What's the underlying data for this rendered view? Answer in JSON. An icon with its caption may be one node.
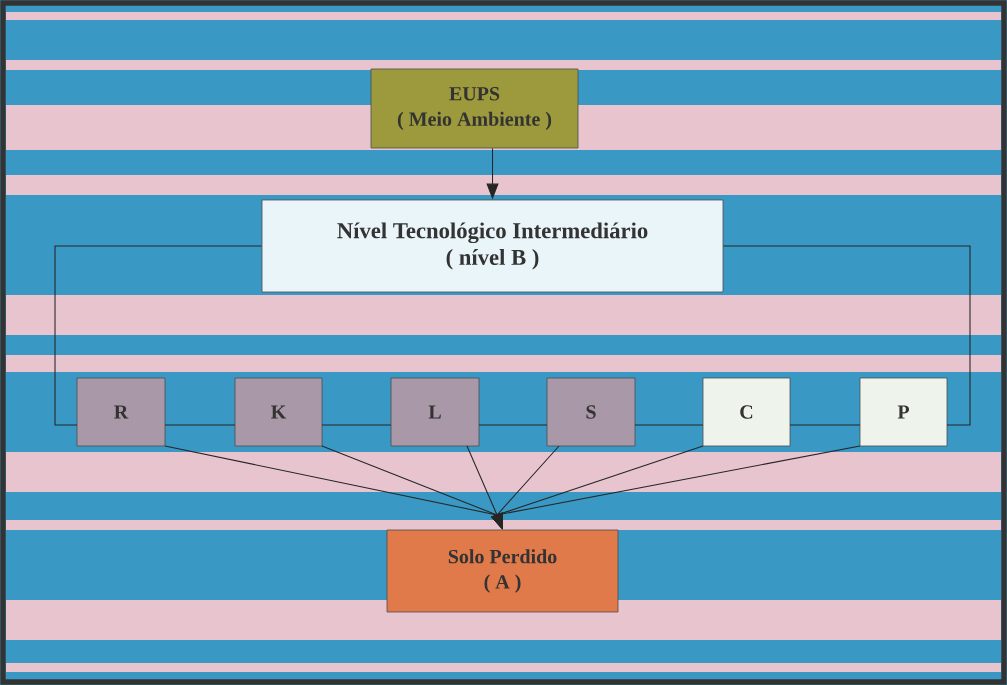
{
  "diagram": {
    "nodes": [
      {
        "text": [
          "EUPS",
          "( Meio Ambiente )"
        ]
      },
      {
        "text": [
          "Nível Tecnológico Intermediário",
          "( nível B )"
        ]
      },
      {
        "text": [
          "R"
        ]
      },
      {
        "text": [
          "K"
        ]
      },
      {
        "text": [
          "L"
        ]
      },
      {
        "text": [
          "S"
        ]
      },
      {
        "text": [
          "C"
        ]
      },
      {
        "text": [
          "P"
        ]
      },
      {
        "text": [
          "Solo Perdido",
          "( A )"
        ]
      }
    ],
    "edges": [
      {
        "from": 0,
        "to": 1,
        "arrow": "to"
      },
      {
        "from": 1,
        "to": 2,
        "arrow": "none"
      },
      {
        "from": 2,
        "to": 3,
        "arrow": "none"
      },
      {
        "from": 3,
        "to": 4,
        "arrow": "none"
      },
      {
        "from": 4,
        "to": 5,
        "arrow": "none"
      },
      {
        "from": 5,
        "to": 6,
        "arrow": "none"
      },
      {
        "from": 6,
        "to": 7,
        "arrow": "none"
      },
      {
        "from": 1,
        "to": 7,
        "arrow": "none"
      },
      {
        "from": 2,
        "to": 8,
        "arrow": "to"
      },
      {
        "from": 3,
        "to": 8,
        "arrow": "to"
      },
      {
        "from": 4,
        "to": 8,
        "arrow": "to"
      },
      {
        "from": 5,
        "to": 8,
        "arrow": "to"
      },
      {
        "from": 6,
        "to": 8,
        "arrow": "to"
      },
      {
        "from": 7,
        "to": 8,
        "arrow": "to"
      }
    ]
  }
}
